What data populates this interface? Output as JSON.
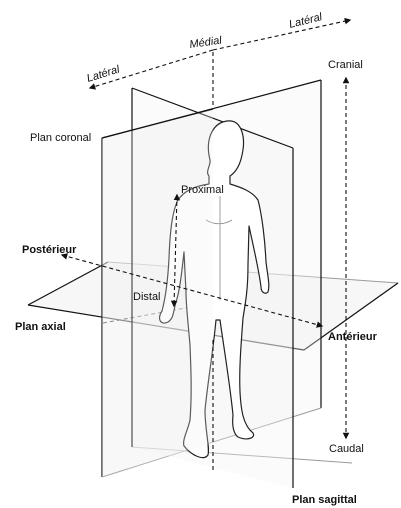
{
  "labels": {
    "lateral_left": "Latéral",
    "medial": "Médial",
    "lateral_right": "Latéral",
    "cranial": "Cranial",
    "plan_coronal": "Plan coronal",
    "proximal": "Proximal",
    "posterieur": "Postérieur",
    "distal": "Distal",
    "plan_axial": "Plan axial",
    "anterieur": "Antérieur",
    "caudal": "Caudal",
    "plan_sagittal": "Plan sagittal"
  }
}
